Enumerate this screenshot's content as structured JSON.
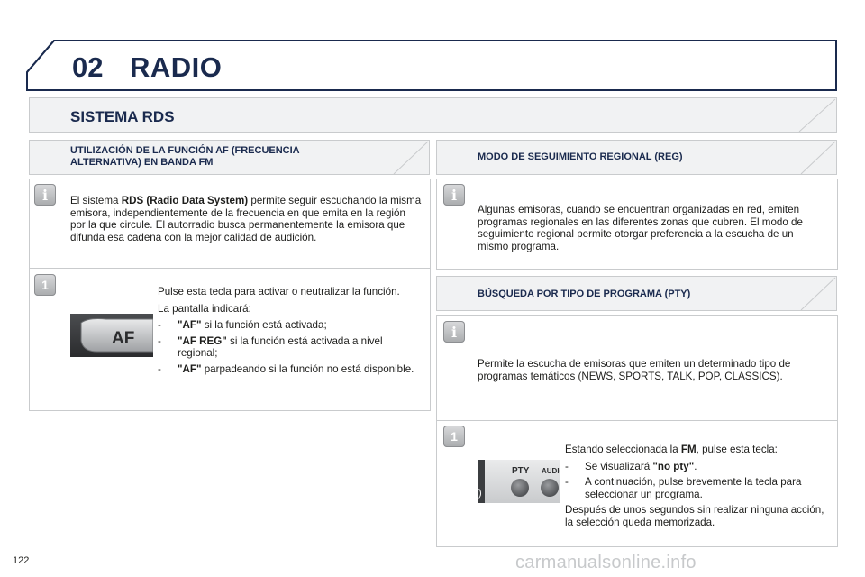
{
  "header": {
    "chapter_number": "02",
    "chapter_title": "RADIO"
  },
  "section": {
    "title": "SISTEMA RDS"
  },
  "af_block": {
    "title": "UTILIZACIÓN DE LA FUNCIÓN AF (FRECUENCIA ALTERNATIVA) EN BANDA FM",
    "info_intro": "El sistema",
    "info_bold": "RDS (Radio Data System)",
    "info_rest": "permite seguir escuchando la misma emisora, independientemente de la frecuencia en que emita en la región por la que circule. El autorradio busca permanentemente la emisora que difunda esa cadena con la mejor calidad de audición.",
    "step_press": "Pulse esta tecla para activar o neutralizar la función.",
    "step_display": "La pantalla indicará:",
    "items": [
      {
        "dash": "-",
        "bold": "\"AF\"",
        "text": "si la función está activada;"
      },
      {
        "dash": "-",
        "bold": "\"AF REG\"",
        "text": "si la función está activada a nivel regional;"
      },
      {
        "dash": "-",
        "bold": "\"AF\"",
        "text": "parpadeando si la función no está disponible."
      }
    ],
    "button_label": "AF"
  },
  "reg_block": {
    "title": "MODO DE SEGUIMIENTO REGIONAL (REG)",
    "info": "Algunas emisoras, cuando se encuentran organizadas en red, emiten programas regionales en las diferentes zonas que cubren. El modo de seguimiento regional permite otorgar preferencia a la escucha de un mismo programa."
  },
  "pty_block": {
    "title": "BÚSQUEDA POR TIPO DE PROGRAMA (PTY)",
    "info": "Permite la escucha de emisoras que emiten un determinado tipo de programas temáticos (NEWS, SPORTS, TALK, POP, CLASSICS).",
    "step_intro": "Estando seleccionada la",
    "step_bold": "FM",
    "step_rest": ", pulse esta tecla:",
    "items": [
      {
        "dash": "-",
        "text": "Se visualizará",
        "bold": "\"no pty\"",
        "after": "."
      },
      {
        "dash": "-",
        "text": "A continuación, pulse brevemente la tecla para seleccionar un programa.",
        "bold": "",
        "after": ""
      }
    ],
    "closing": "Después de unos segundos sin realizar ninguna acción, la selección queda memorizada.",
    "button_labels": [
      "PTY",
      "AUDIO OK"
    ]
  },
  "icons": {
    "info_glyph": "i",
    "step_glyph": "1"
  },
  "footer": {
    "page_number": "122",
    "watermark": "carmanualsonline.info"
  }
}
